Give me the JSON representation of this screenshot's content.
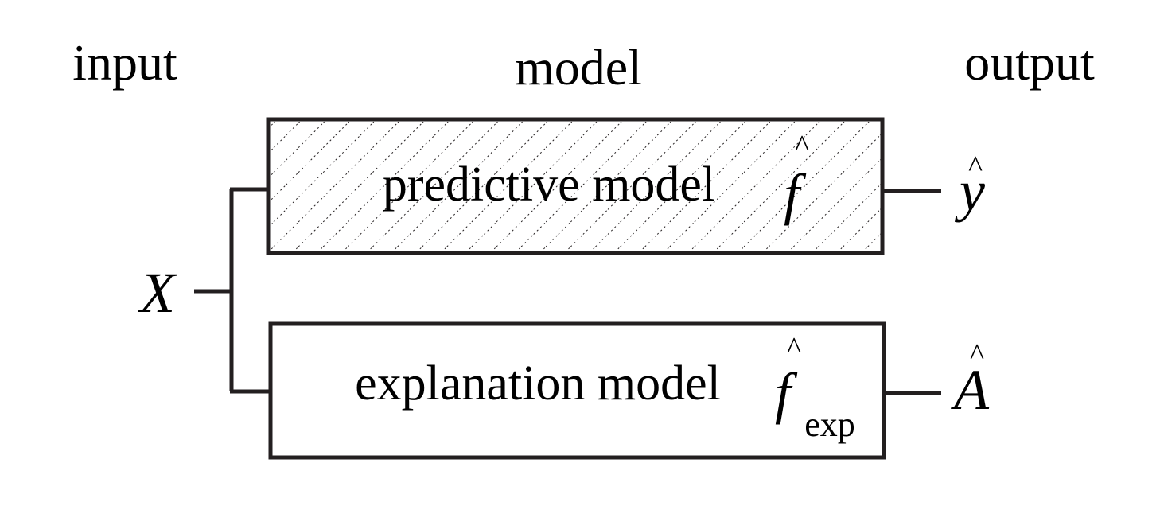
{
  "headings": {
    "input": "input",
    "model": "model",
    "output": "output"
  },
  "input_symbol": "X",
  "predictive_box": {
    "label": "predictive model",
    "symbol": "f",
    "symbol_hat": "^",
    "fill": "hatched"
  },
  "explanation_box": {
    "label": "explanation model",
    "symbol": "f",
    "symbol_hat": "^",
    "subscript": "exp"
  },
  "outputs": {
    "prediction": "y",
    "prediction_hat": "^",
    "explanation": "A",
    "explanation_hat": "^"
  },
  "colors": {
    "ink": "#231f20",
    "hatch": "#231f20",
    "background": "#ffffff"
  }
}
